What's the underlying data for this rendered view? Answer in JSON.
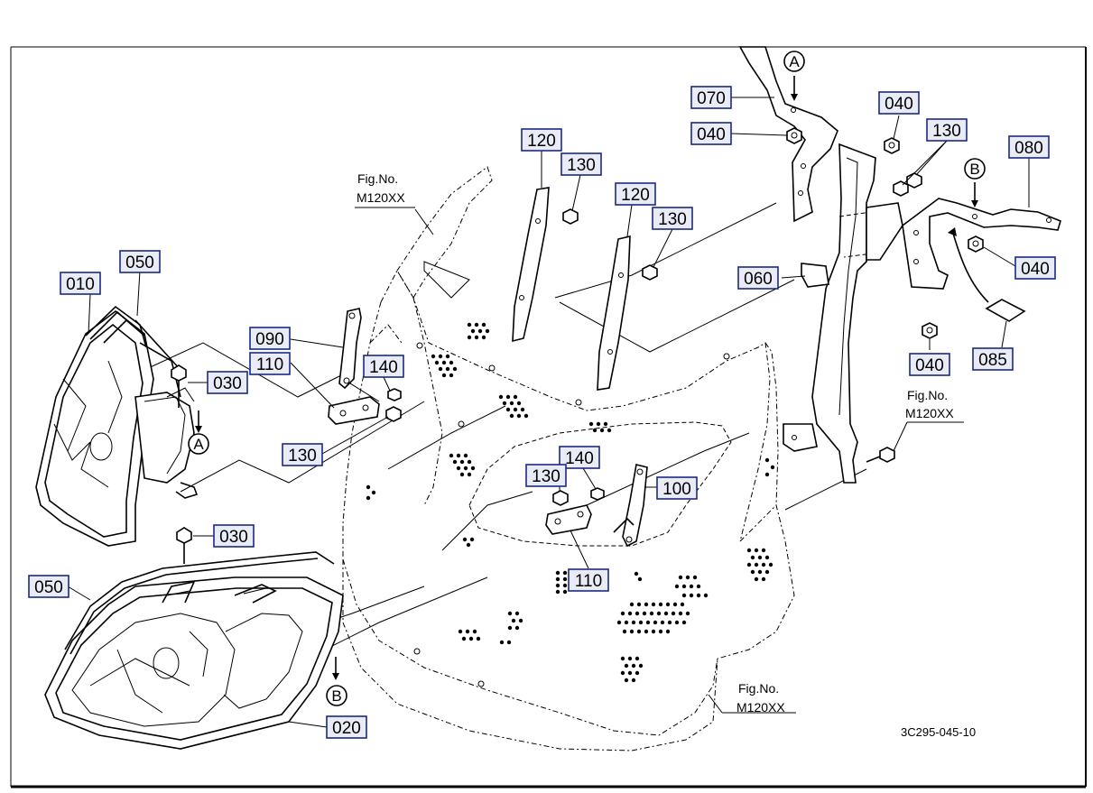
{
  "diagram": {
    "drawing_code": "3C295-045-10",
    "part_labels": {
      "p010": "010",
      "p020": "020",
      "p030_top": "030",
      "p030_bottom": "030",
      "p040_a": "040",
      "p040_b": "040",
      "p040_c": "040",
      "p040_d": "040",
      "p050_top": "050",
      "p050_bottom": "050",
      "p060": "060",
      "p070": "070",
      "p080": "080",
      "p085": "085",
      "p090": "090",
      "p100": "100",
      "p110_left": "110",
      "p110_center": "110",
      "p120_left": "120",
      "p120_right": "120",
      "p130_a": "130",
      "p130_b": "130",
      "p130_c": "130",
      "p130_d": "130",
      "p130_e": "130",
      "p140_left": "140",
      "p140_center": "140"
    },
    "fig_refs": {
      "left": {
        "line1": "Fig.No.",
        "line2": "M120XX"
      },
      "right": {
        "line1": "Fig.No.",
        "line2": "M120XX"
      },
      "bottom": {
        "line1": "Fig.No.",
        "line2": "M120XX"
      }
    },
    "callouts": {
      "a_top": "A",
      "a_lamp": "A",
      "b_top": "B",
      "b_lamp": "B"
    }
  }
}
